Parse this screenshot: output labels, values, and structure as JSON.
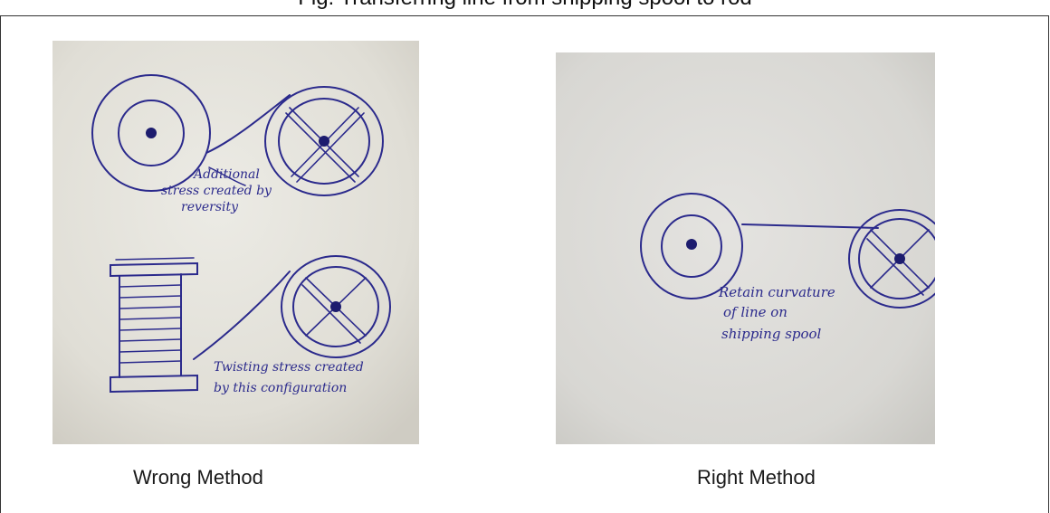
{
  "top_text": "Fig: Transferring line from shipping spool to rod",
  "captions": {
    "left": "Wrong Method",
    "right": "Right Method"
  },
  "photos": {
    "left": {
      "annotations": [
        "Additional",
        "stress created by",
        "reversity",
        "Twisting stress created",
        "by this configuration"
      ]
    },
    "right": {
      "annotations": [
        "Retain curvature",
        "of line on",
        "shipping spool"
      ]
    }
  },
  "colors": {
    "ink": "#2b2a8c",
    "paper_left": "#e3e1da",
    "paper_right": "#dcdbd8",
    "frame": "#333333"
  }
}
